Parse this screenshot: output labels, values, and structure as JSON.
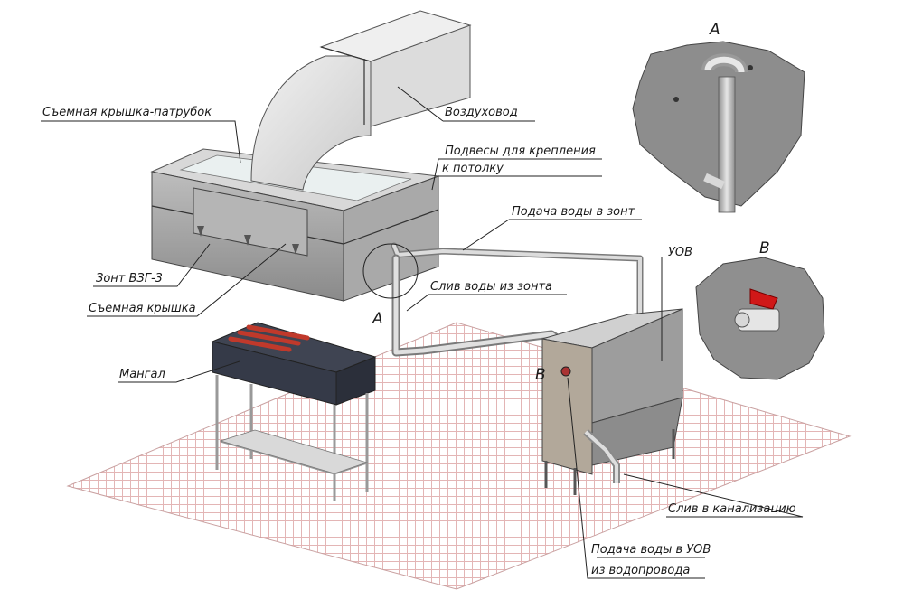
{
  "labels": {
    "removable_cap_nozzle": "Съемная крышка-патрубок",
    "air_duct": "Воздуховод",
    "ceiling_hangers_1": "Подвесы для крепления",
    "ceiling_hangers_2": "к потолку",
    "water_supply_hood": "Подача воды в зонт",
    "hood_model": "Зонт ВЗГ-3",
    "hood_water_drain": "Слив воды из зонта",
    "removable_cover": "Съемная крышка",
    "grill": "Мангал",
    "uov": "УОВ",
    "sewer_drain": "Слив в канализацию",
    "water_supply_uov_1": "Подача воды в УОВ",
    "water_supply_uov_2": "из водопровода"
  },
  "callouts": {
    "a_main": "А",
    "b_main": "В",
    "a_detail": "А",
    "b_detail": "В"
  }
}
